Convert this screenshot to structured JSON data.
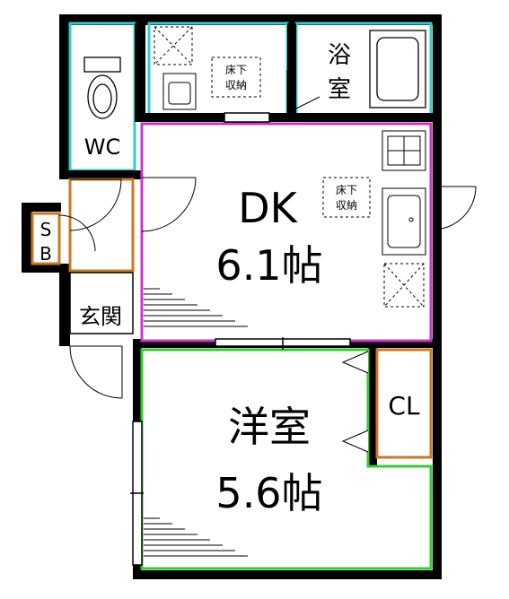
{
  "rooms": {
    "dk_name": "DK",
    "dk_size": "6.1帖",
    "western_name": "洋室",
    "western_size": "5.6帖",
    "wc": "WC",
    "bath_line1": "浴",
    "bath_line2": "室",
    "entrance": "玄関",
    "cl": "CL",
    "sb_line1": "S",
    "sb_line2": "B"
  },
  "underfloor_storage": {
    "line1": "床下",
    "line2": "収納"
  },
  "colors": {
    "wall": "#000000",
    "dk_outline": "#cc33cc",
    "western_outline": "#33cc33",
    "wet_area_outline": "#33cccc",
    "storage_outline": "#cc7722"
  }
}
